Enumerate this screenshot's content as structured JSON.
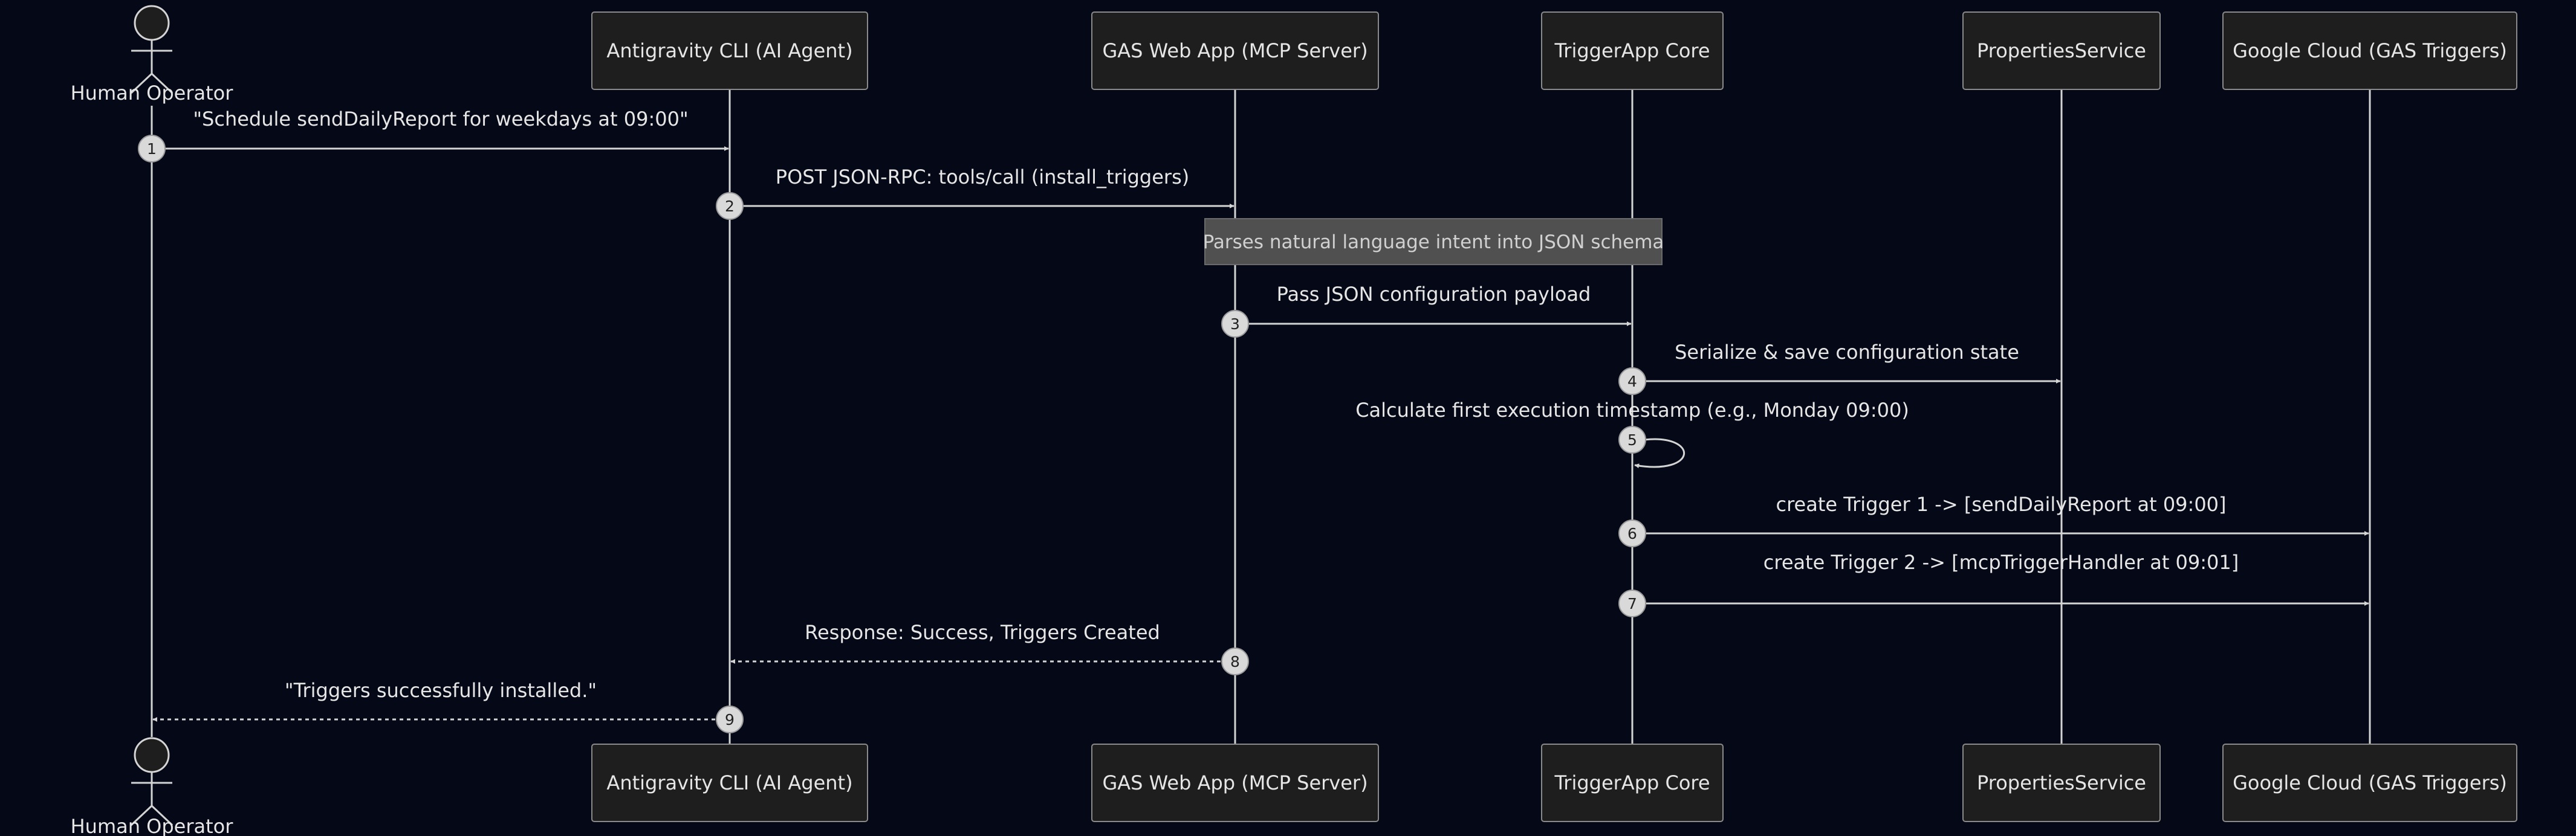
{
  "colors": {
    "background": "#050816",
    "line": "#d4d4d4",
    "text": "#e6e6e6",
    "box_fill": "#1e1e1e",
    "box_stroke": "#8a8a8a",
    "badge_fill": "#d9d9d9",
    "badge_text": "#222222",
    "note_fill": "#505050",
    "note_text": "#d0d0d0"
  },
  "participants": [
    {
      "id": "human",
      "label": "Human Operator",
      "kind": "actor"
    },
    {
      "id": "cli",
      "label": "Antigravity CLI (AI Agent)",
      "kind": "box"
    },
    {
      "id": "gas",
      "label": "GAS Web App (MCP Server)",
      "kind": "box"
    },
    {
      "id": "core",
      "label": "TriggerApp Core",
      "kind": "box"
    },
    {
      "id": "props",
      "label": "PropertiesService",
      "kind": "box"
    },
    {
      "id": "cloud",
      "label": "Google Cloud (GAS Triggers)",
      "kind": "box"
    }
  ],
  "messages": [
    {
      "num": "1",
      "from": "human",
      "to": "cli",
      "text": "\"Schedule sendDailyReport for weekdays at 09:00\"",
      "style": "solid"
    },
    {
      "num": "2",
      "from": "cli",
      "to": "gas",
      "text": "POST JSON-RPC: tools/call (install_triggers)",
      "style": "solid"
    },
    {
      "num": "3",
      "from": "gas",
      "to": "core",
      "text": "Pass JSON configuration payload",
      "style": "solid"
    },
    {
      "num": "4",
      "from": "core",
      "to": "props",
      "text": "Serialize & save configuration state",
      "style": "solid"
    },
    {
      "num": "5",
      "from": "core",
      "to": "core",
      "text": "Calculate first execution timestamp (e.g., Monday 09:00)",
      "style": "self"
    },
    {
      "num": "6",
      "from": "core",
      "to": "cloud",
      "text": "create Trigger 1 -> [sendDailyReport at 09:00]",
      "style": "solid"
    },
    {
      "num": "7",
      "from": "core",
      "to": "cloud",
      "text": "create Trigger 2 -> [mcpTriggerHandler at 09:01]",
      "style": "solid"
    },
    {
      "num": "8",
      "from": "gas",
      "to": "cli",
      "text": "Response: Success, Triggers Created",
      "style": "dashed"
    },
    {
      "num": "9",
      "from": "cli",
      "to": "human",
      "text": "\"Triggers successfully installed.\"",
      "style": "dashed"
    }
  ],
  "notes": [
    {
      "over": "gas",
      "text": "Parses natural language intent into JSON schema"
    }
  ]
}
